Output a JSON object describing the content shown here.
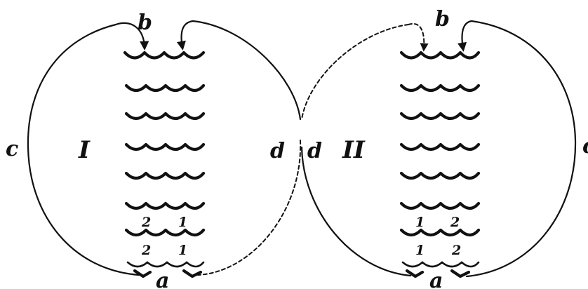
{
  "figure": {
    "left": {
      "roman": "I",
      "top": "b",
      "bottom": "a",
      "outer_side": "c",
      "inner_side": "d",
      "upper_numbers": [
        "2",
        "1"
      ],
      "lower_numbers": [
        "2",
        "1"
      ]
    },
    "right": {
      "roman": "II",
      "top": "b",
      "bottom": "a",
      "outer_side": "c",
      "inner_side": "d",
      "upper_numbers": [
        "1",
        "2"
      ],
      "lower_numbers": [
        "1",
        "2"
      ]
    }
  }
}
